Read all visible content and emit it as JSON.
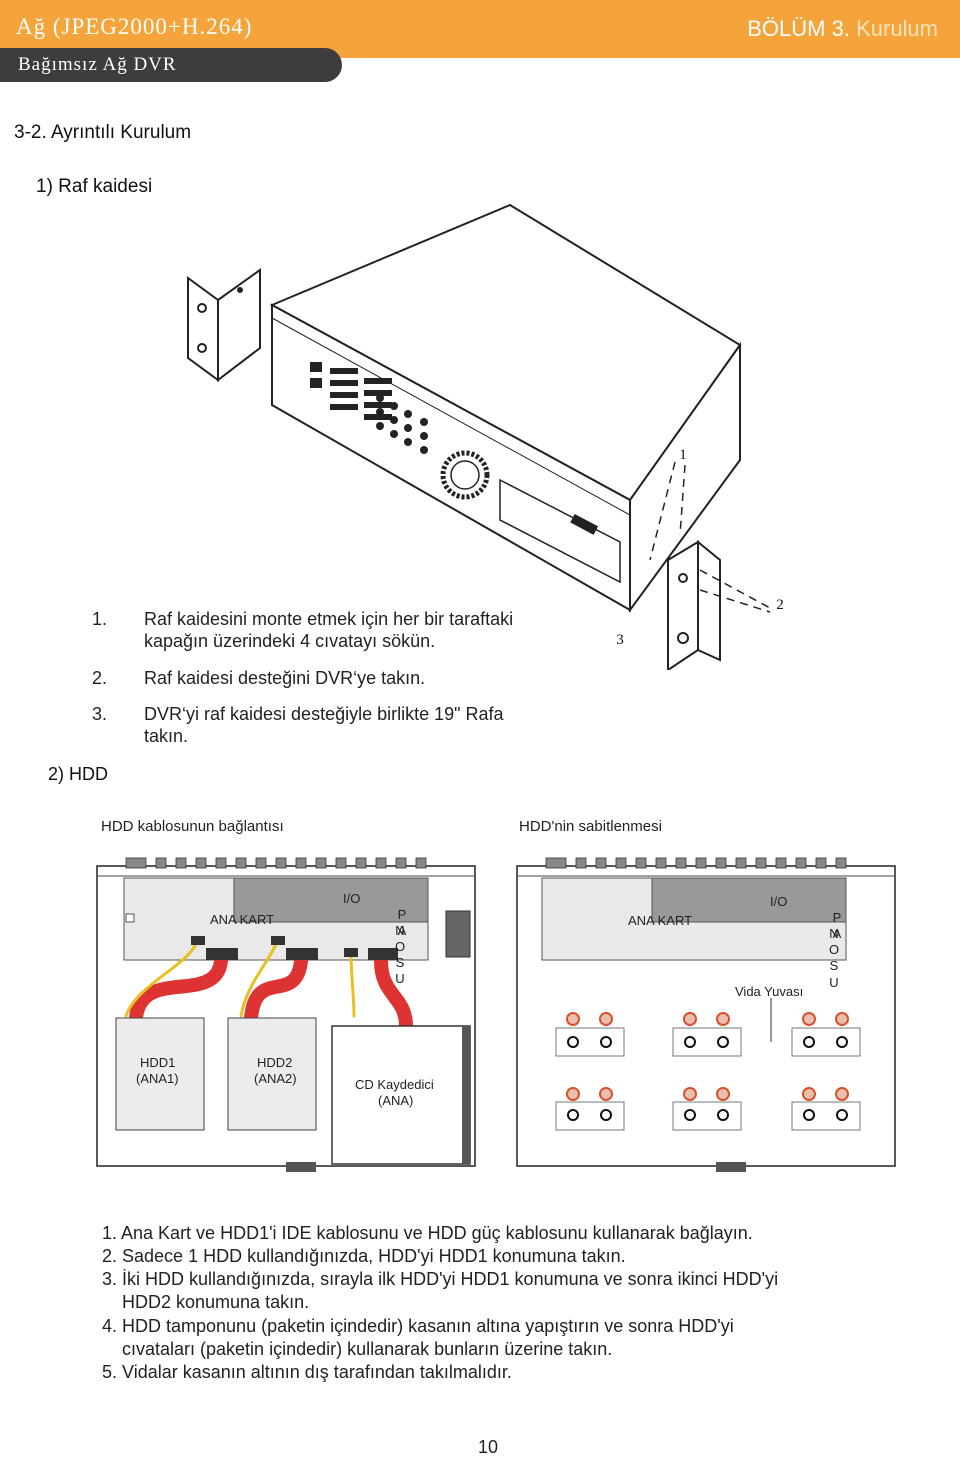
{
  "header": {
    "title": "Ağ (JPEG2000+H.264)",
    "chapter": "BÖLÜM 3.",
    "chapter_title": "Kurulum",
    "subtitle": "Bağımsız Ağ DVR"
  },
  "section": {
    "title": "3-2. Ayrıntılı Kurulum",
    "rack_heading": "1) Raf kaidesi",
    "rack_steps": [
      {
        "num": "1.",
        "text": "Raf kaidesini monte etmek için her bir taraftaki",
        "text2": "kapağın üzerindeki 4 cıvatayı sökün."
      },
      {
        "num": "2.",
        "text": "Raf kaidesi desteğini DVR‘ye takın."
      },
      {
        "num": "3.",
        "text": "DVR‘yi raf kaidesi desteğiyle birlikte 19\" Rafa",
        "text2": "takın."
      }
    ],
    "callouts": [
      "1",
      "2",
      "3"
    ],
    "hdd_heading": "2) HDD"
  },
  "hdd_diagram": {
    "left_caption": "HDD kablosunun bağlantısı",
    "right_caption": "HDD'nin sabitlenmesi",
    "mainboard": "ANA KART",
    "io": "I/O",
    "panel_letters": [
      "PA",
      "N",
      "O",
      "S",
      "U"
    ],
    "hdd1": [
      "HDD1",
      "(ANA1)"
    ],
    "hdd2": [
      "HDD2",
      "(ANA2)"
    ],
    "cd": [
      "CD Kaydedici",
      "(ANA)"
    ],
    "screw_slot": "Vida Yuvası"
  },
  "instructions": [
    "1. Ana Kart ve HDD1'i IDE kablosunu ve HDD güç kablosunu kullanarak bağlayın.",
    "2. Sadece 1 HDD kullandığınızda, HDD'yi HDD1 konumuna takın.",
    "3. İki HDD kullandığınızda, sırayla ilk HDD'yi HDD1 konumuna ve sonra ikinci HDD'yi",
    "HDD2 konumuna takın.",
    "4. HDD tamponunu (paketin içindedir) kasanın altına yapıştırın ve sonra HDD'yi",
    "cıvataları (paketin içindedir) kullanarak bunların üzerine takın.",
    "5. Vidalar kasanın altının dış tarafından takılmalıdır."
  ],
  "page_number": "10",
  "colors": {
    "header": "#f4a43a",
    "subheader": "#3d3d3d",
    "screw": "#d9502a"
  }
}
